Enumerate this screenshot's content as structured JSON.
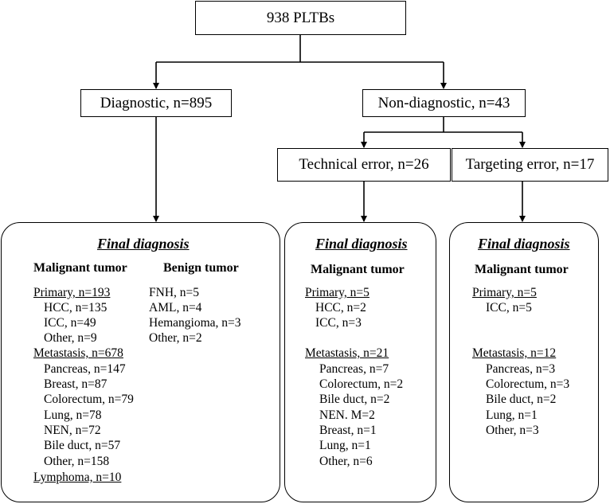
{
  "root": {
    "label": "938 PLTBs"
  },
  "diagnostic": {
    "label": "Diagnostic, n=895"
  },
  "non_diagnostic": {
    "label": "Non-diagnostic, n=43"
  },
  "technical_error": {
    "label": "Technical error, n=26"
  },
  "targeting_error": {
    "label": "Targeting error, n=17"
  },
  "panel_diagnostic": {
    "title": "Final diagnosis",
    "malignant_heading": "Malignant tumor",
    "benign_heading": "Benign tumor",
    "malignant": {
      "primary": "Primary, n=193",
      "primary_items": [
        "HCC, n=135",
        "ICC, n=49",
        "Other, n=9"
      ],
      "metastasis": "Metastasis, n=678",
      "metastasis_items": [
        "Pancreas, n=147",
        "Breast, n=87",
        "Colorectum, n=79",
        "Lung, n=78",
        "NEN, n=72",
        "Bile duct, n=57",
        "Other, n=158"
      ],
      "lymphoma": "Lymphoma, n=10"
    },
    "benign_items": [
      "FNH, n=5",
      "AML, n=4",
      "Hemangioma, n=3",
      "Other, n=2"
    ]
  },
  "panel_technical": {
    "title": "Final diagnosis",
    "malignant_heading": "Malignant tumor",
    "primary": "Primary, n=5",
    "primary_items": [
      "HCC, n=2",
      "ICC, n=3"
    ],
    "metastasis": "Metastasis, n=21",
    "metastasis_items": [
      "Pancreas, n=7",
      "Colorectum, n=2",
      "Bile duct, n=2",
      "NEN. M=2",
      "Breast, n=1",
      "Lung, n=1",
      "Other, n=6"
    ]
  },
  "panel_targeting": {
    "title": "Final diagnosis",
    "malignant_heading": "Malignant tumor",
    "primary": "Primary, n=5",
    "primary_items": [
      "ICC, n=5"
    ],
    "metastasis": "Metastasis, n=12",
    "metastasis_items": [
      "Pancreas, n=3",
      "Colorectum, n=3",
      "Bile duct, n=2",
      "Lung, n=1",
      "Other, n=3"
    ]
  }
}
